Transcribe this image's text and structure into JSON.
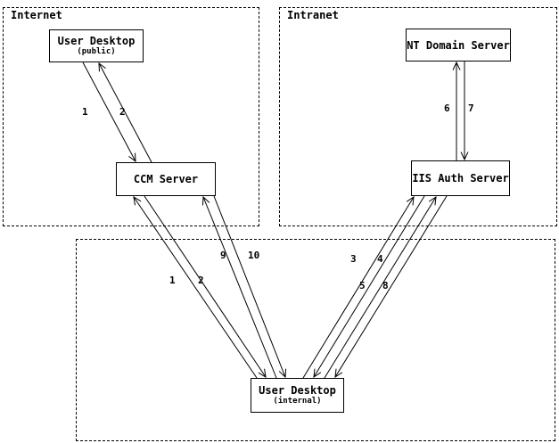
{
  "diagram": {
    "zones": {
      "internet": {
        "label": "Internet"
      },
      "intranet": {
        "label": "Intranet"
      }
    },
    "nodes": {
      "user_desktop_public": {
        "title": "User Desktop",
        "subtitle": "(public)"
      },
      "ccm_server": {
        "title": "CCM Server"
      },
      "nt_domain_server": {
        "title": "NT Domain Server"
      },
      "iis_auth_server": {
        "title": "IIS Auth Server"
      },
      "user_desktop_internal": {
        "title": "User Desktop",
        "subtitle": "(internal)"
      }
    },
    "arrow_labels": {
      "public_ccm_1": "1",
      "public_ccm_2": "2",
      "nt_iis_6": "6",
      "nt_iis_7": "7",
      "ccm_internal_1": "1",
      "ccm_internal_2": "2",
      "ccm_internal_9": "9",
      "ccm_internal_10": "10",
      "iis_internal_3": "3",
      "iis_internal_4": "4",
      "iis_internal_5": "5",
      "iis_internal_8": "8"
    }
  }
}
